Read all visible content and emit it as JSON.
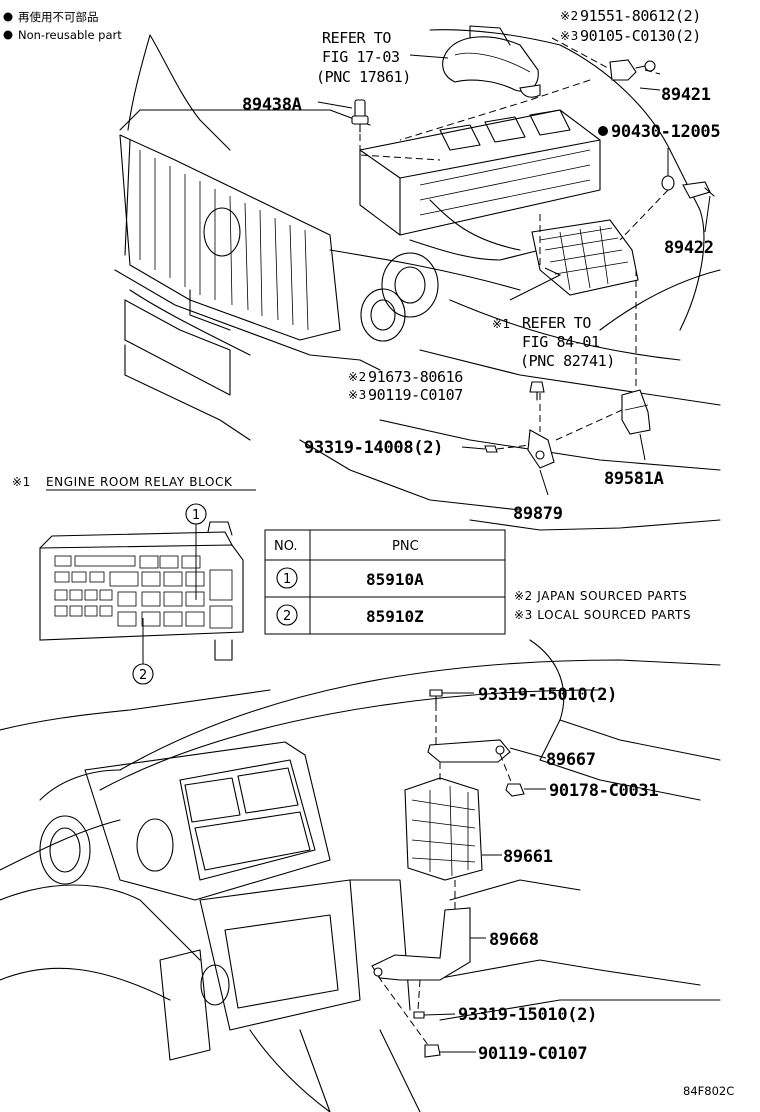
{
  "legend": {
    "non_reusable_jp": "再使用不可部品",
    "non_reusable_en": "Non-reusable part"
  },
  "refer_fig_17": {
    "line1": "REFER TO",
    "line2": "FIG 17-03",
    "line3": "(PNC 17861)"
  },
  "refer_fig_84": {
    "mark": "※1",
    "line1": "REFER TO",
    "line2": "FIG 84-01",
    "line3": "(PNC 82741)"
  },
  "parts": {
    "p91551": {
      "mark": "※2",
      "number": "91551-80612(2)"
    },
    "p90105": {
      "mark": "※3",
      "number": "90105-C0130(2)"
    },
    "p89421": "89421",
    "p89438A": "89438A",
    "p90430": "90430-12005",
    "p89422": "89422",
    "p91673": {
      "mark": "※2",
      "number": "91673-80616"
    },
    "p90119a": {
      "mark": "※3",
      "number": "90119-C0107"
    },
    "p93319_14008": "93319-14008(2)",
    "p89581A": "89581A",
    "p89879": "89879",
    "p93319_15010a": "93319-15010(2)",
    "p89667": "89667",
    "p90178": "90178-C0031",
    "p89661": "89661",
    "p89668": "89668",
    "p93319_15010b": "93319-15010(2)",
    "p90119b": "90119-C0107"
  },
  "relay_block": {
    "mark": "※1",
    "title": "ENGINE ROOM RELAY BLOCK",
    "callout1": "1",
    "callout2": "2"
  },
  "pnc_table": {
    "headers": [
      "NO.",
      "PNC"
    ],
    "rows": [
      {
        "no": "1",
        "pnc": "85910A"
      },
      {
        "no": "2",
        "pnc": "85910Z"
      }
    ]
  },
  "sourcing_notes": {
    "japan": "※2 JAPAN SOURCED PARTS",
    "local": "※3 LOCAL SOURCED PARTS"
  },
  "figure_code": "84F802C"
}
